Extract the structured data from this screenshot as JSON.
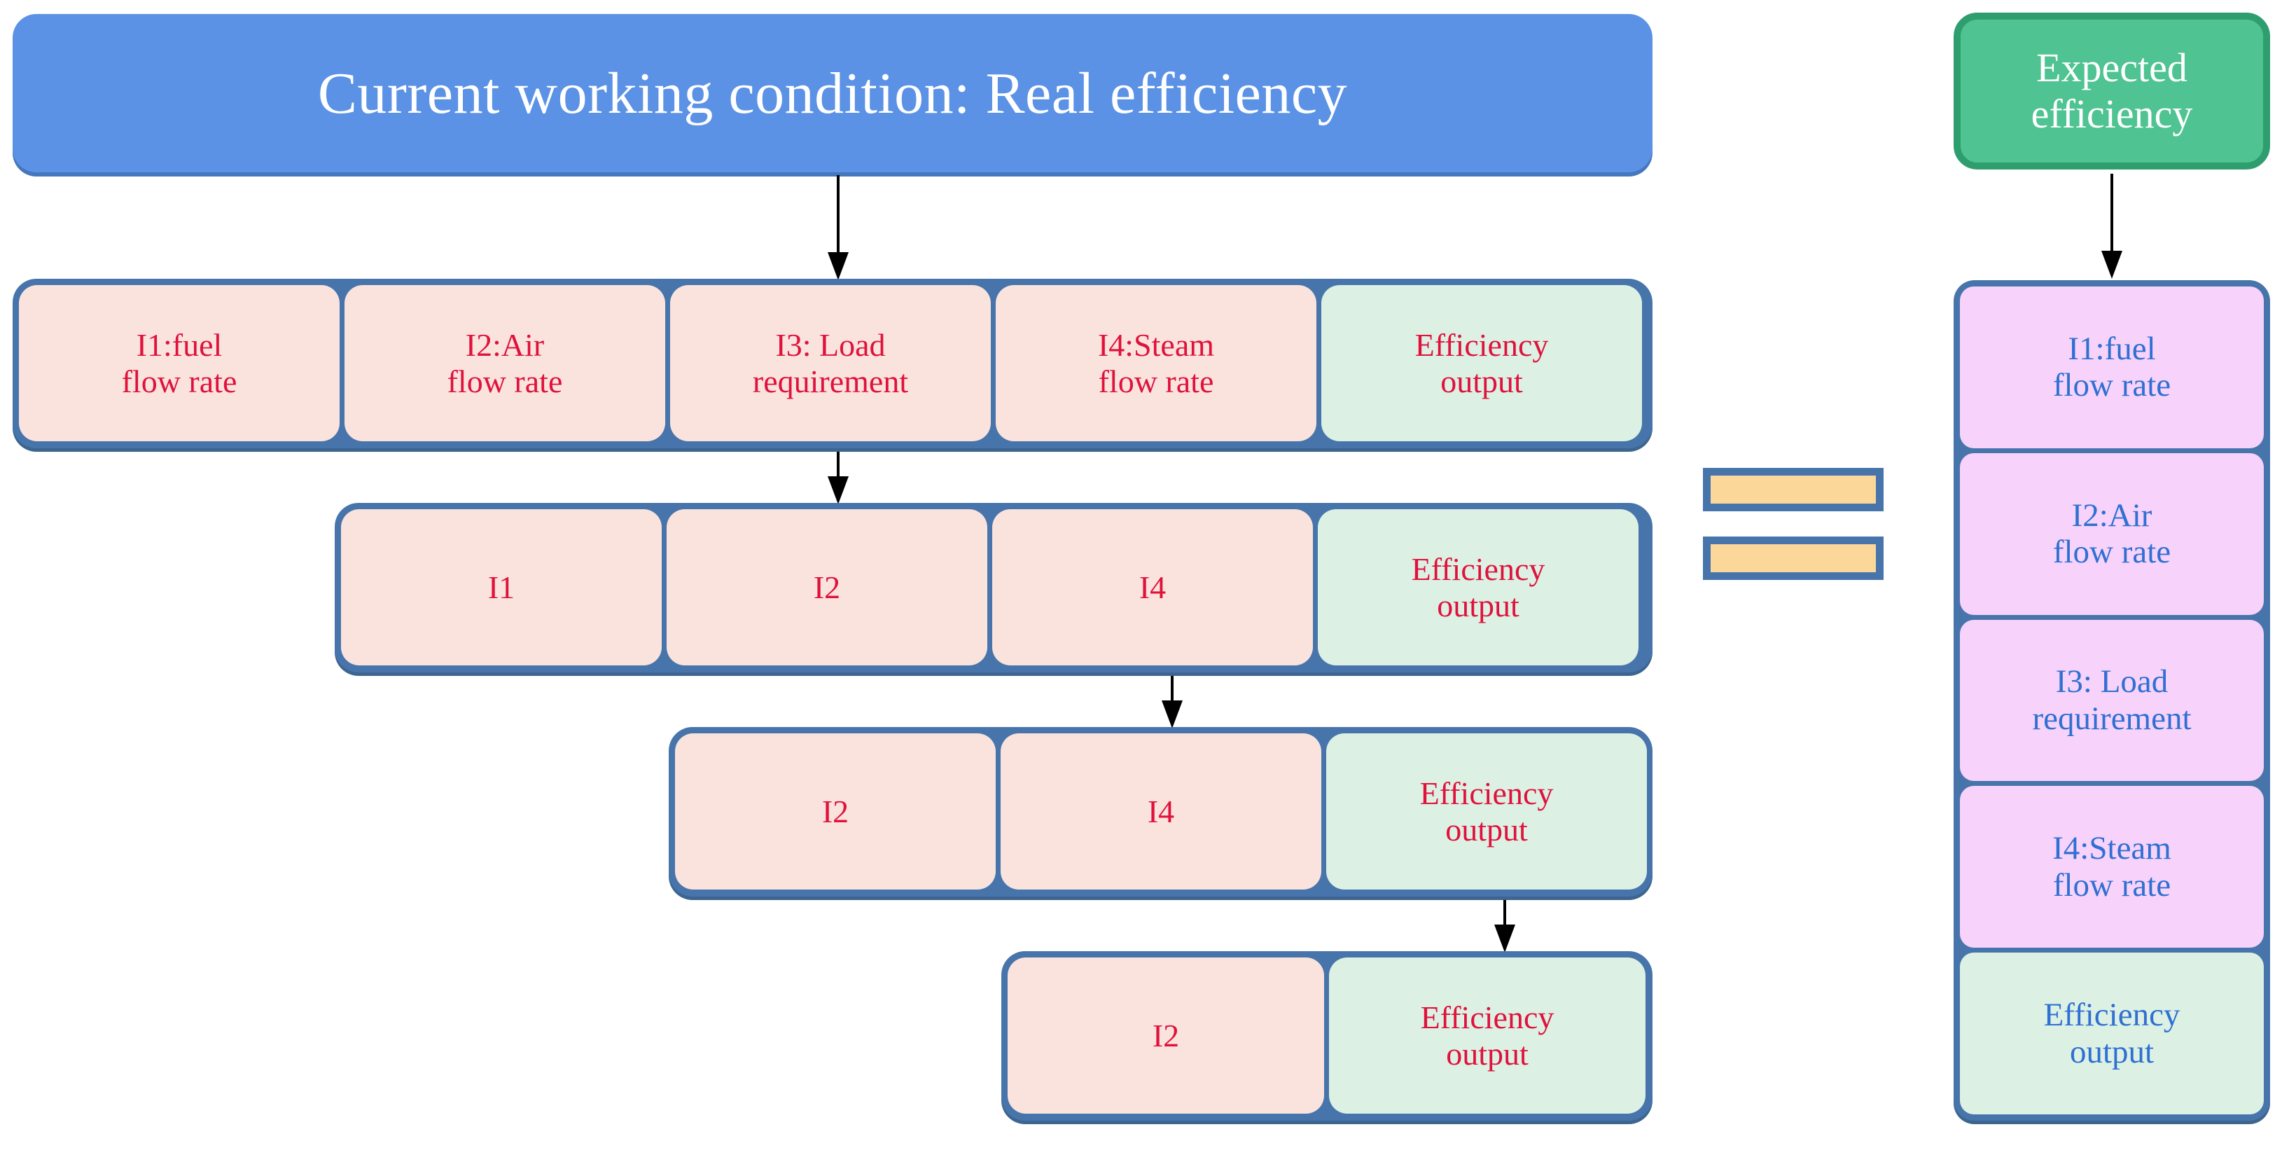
{
  "header": {
    "title": "Current working condition: Real efficiency"
  },
  "expected": {
    "line1": "Expected",
    "line2": "efficiency"
  },
  "colors": {
    "header_blue": "#5B92E5",
    "frame_blue": "#4775AB",
    "expected_green": "#4FC391",
    "cell_pink": "#FAE3DD",
    "cell_mint": "#DCF0E4",
    "cell_lavender": "#F7D3FB",
    "text_red": "#E0123C",
    "text_blue": "#2F70D2",
    "equals_orange": "#FCD79A"
  },
  "flow": {
    "rows": [
      {
        "cells": [
          {
            "line1": "I1:fuel",
            "line2": "flow rate",
            "kind": "pink"
          },
          {
            "line1": "I2:Air",
            "line2": "flow rate",
            "kind": "pink"
          },
          {
            "line1": "I3: Load",
            "line2": "requirement",
            "kind": "pink"
          },
          {
            "line1": "I4:Steam",
            "line2": "flow rate",
            "kind": "pink"
          },
          {
            "line1": "Efficiency",
            "line2": "output",
            "kind": "mint"
          }
        ]
      },
      {
        "cells": [
          {
            "line1": "I1",
            "line2": "",
            "kind": "pink"
          },
          {
            "line1": "I2",
            "line2": "",
            "kind": "pink"
          },
          {
            "line1": "I4",
            "line2": "",
            "kind": "pink"
          },
          {
            "line1": "Efficiency",
            "line2": "output",
            "kind": "mint"
          }
        ]
      },
      {
        "cells": [
          {
            "line1": "I2",
            "line2": "",
            "kind": "pink"
          },
          {
            "line1": "I4",
            "line2": "",
            "kind": "pink"
          },
          {
            "line1": "Efficiency",
            "line2": "output",
            "kind": "mint"
          }
        ]
      },
      {
        "cells": [
          {
            "line1": "I2",
            "line2": "",
            "kind": "pink"
          },
          {
            "line1": "Efficiency",
            "line2": "output",
            "kind": "mint"
          }
        ]
      }
    ]
  },
  "right_stack": {
    "items": [
      {
        "line1": "I1:fuel",
        "line2": "flow rate",
        "kind": "lav"
      },
      {
        "line1": "I2:Air",
        "line2": "flow rate",
        "kind": "lav"
      },
      {
        "line1": "I3: Load",
        "line2": "requirement",
        "kind": "lav"
      },
      {
        "line1": "I4:Steam",
        "line2": "flow rate",
        "kind": "lav"
      },
      {
        "line1": "Efficiency",
        "line2": "output",
        "kind": "mintb"
      }
    ]
  },
  "equals_symbol": {
    "label": "equals"
  }
}
